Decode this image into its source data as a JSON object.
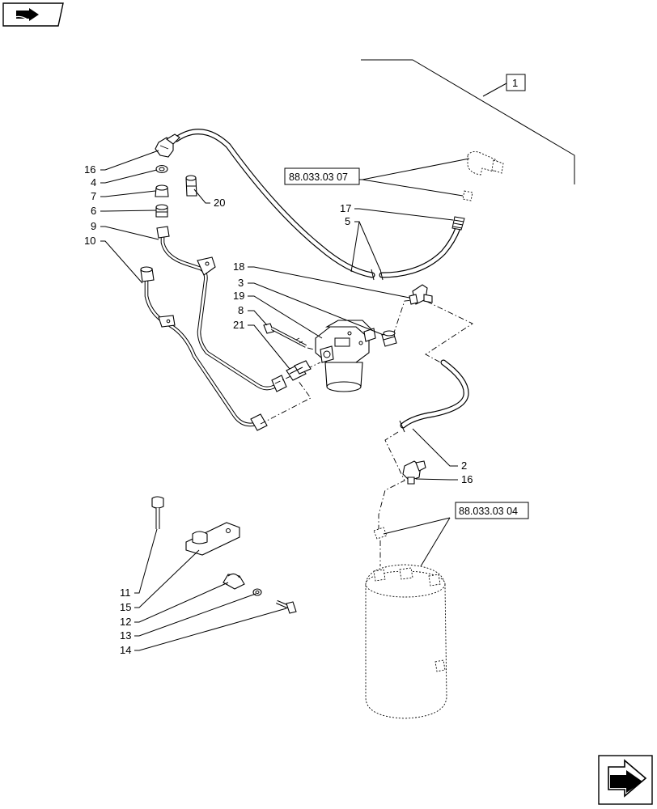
{
  "callouts": {
    "c1": "1",
    "c2": "2",
    "c3": "3",
    "c4": "4",
    "c5": "5",
    "c6": "6",
    "c7": "7",
    "c8": "8",
    "c9": "9",
    "c10": "10",
    "c11": "11",
    "c12": "12",
    "c13": "13",
    "c14": "14",
    "c15": "15",
    "c16a": "16",
    "c16b": "16",
    "c17": "17",
    "c18": "18",
    "c19": "19",
    "c20": "20",
    "c21": "21"
  },
  "references": {
    "ref_top": "88.033.03 07",
    "ref_tank": "88.033.03 04"
  },
  "icons": {
    "top_left": "book-arrow-icon",
    "bottom_right": "next-page-arrow-icon"
  }
}
